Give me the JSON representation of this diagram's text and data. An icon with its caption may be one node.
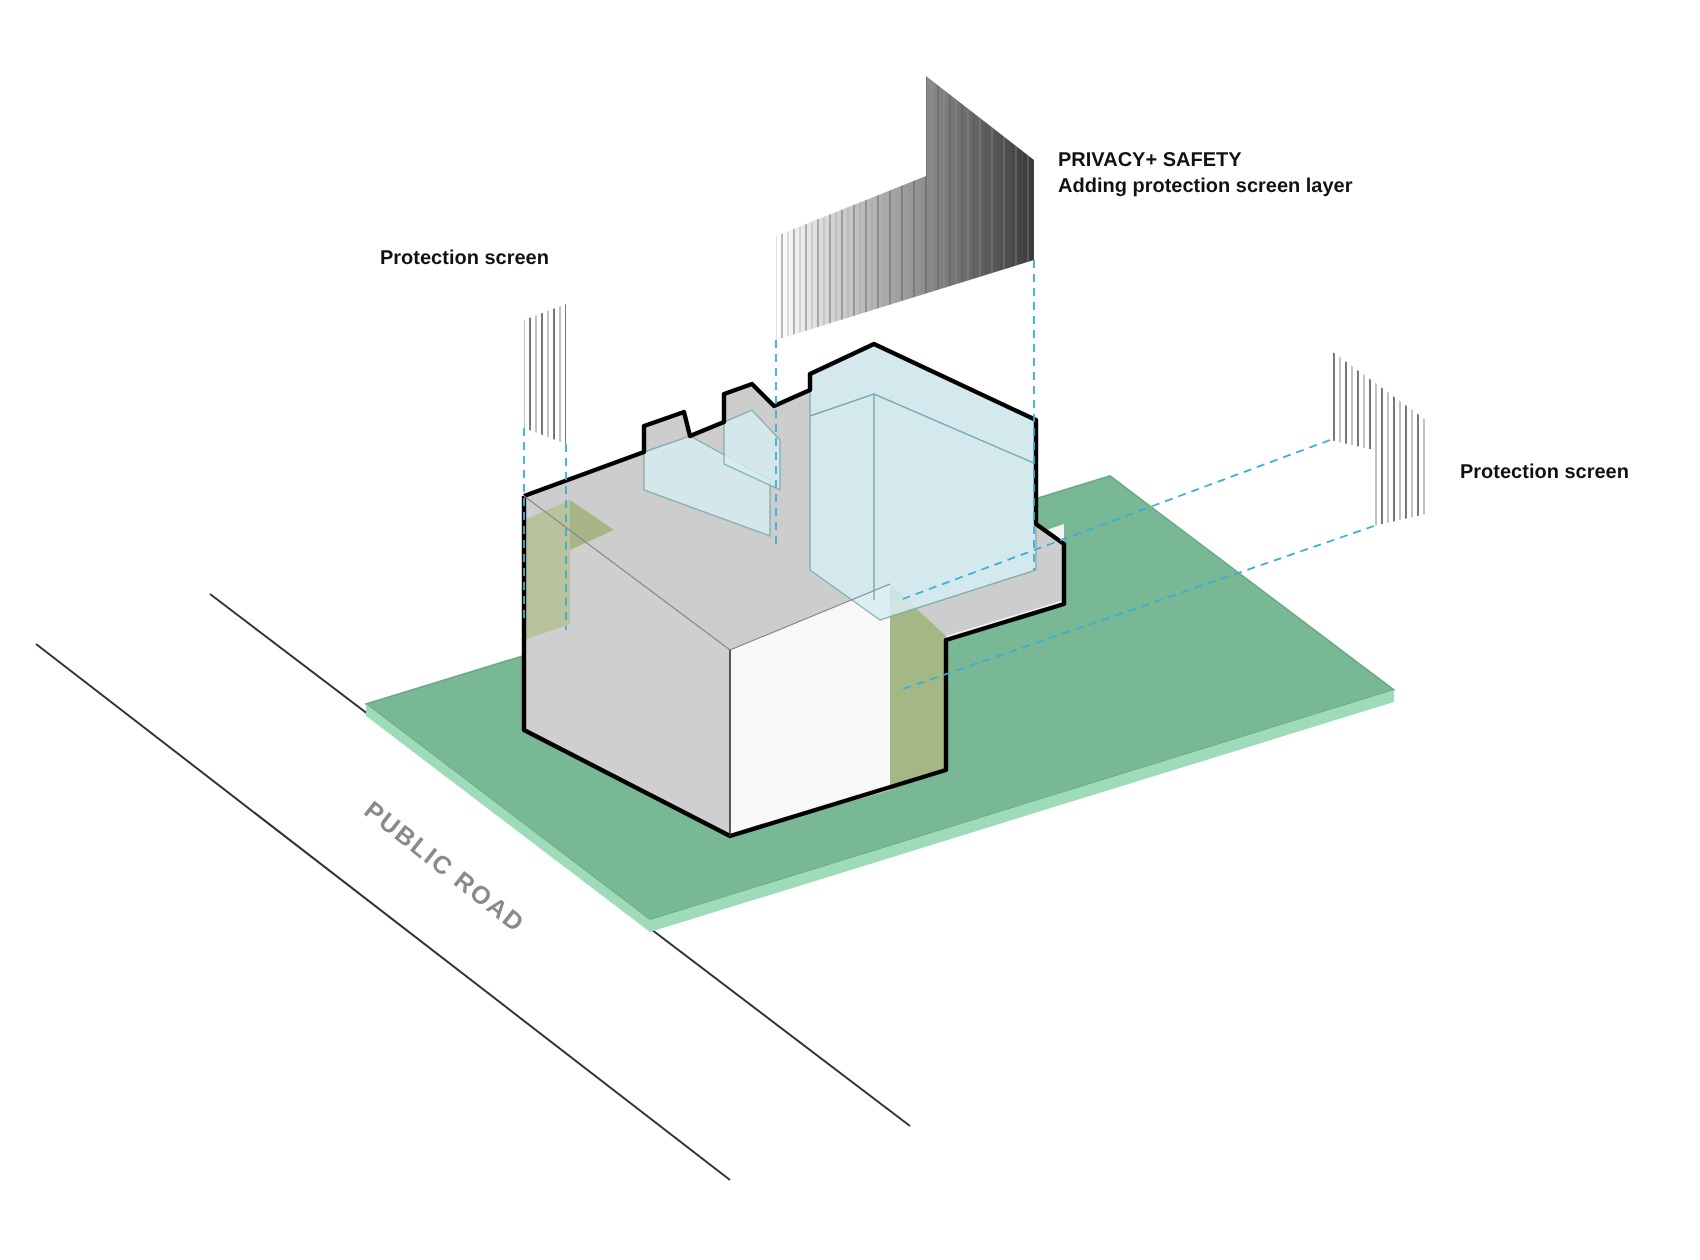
{
  "diagram": {
    "labels": [
      "PRIVACY+ SAFETY",
      "Adding protection screen layer",
      "Protection screen",
      "Protection screen",
      "PUBLIC ROAD"
    ]
  }
}
